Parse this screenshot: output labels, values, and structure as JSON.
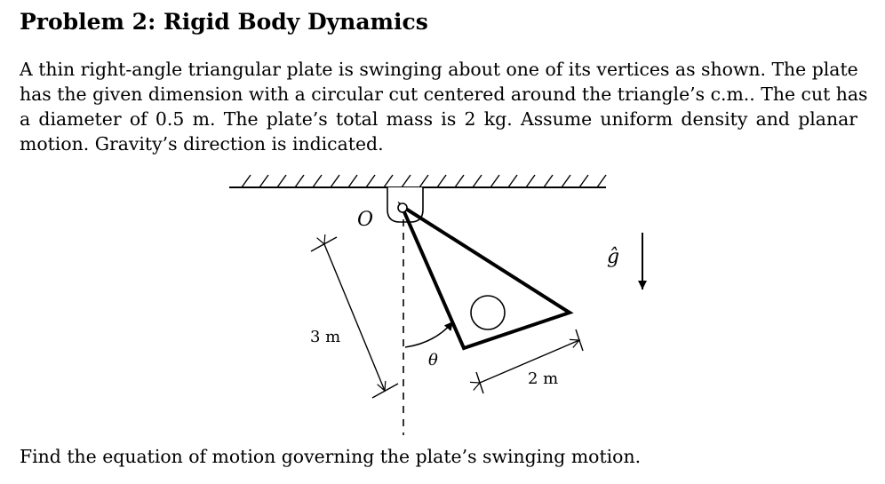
{
  "problem": {
    "title": "Problem 2: Rigid Body Dynamics",
    "paragraph_lines": [
      "A thin right-angle triangular plate is swinging about one of its vertices as shown. The plate",
      "has the given dimension with a circular cut centered around the triangle’s c.m.. The cut has",
      "a diameter of 0.5 m. The plate’s total mass is 2 kg. Assume uniform density and planar",
      "motion. Gravity’s direction is indicated."
    ],
    "question": "Find the equation of motion governing the plate’s swinging motion."
  },
  "figure": {
    "pivot_label": "O",
    "length_label": "3 m",
    "width_label": "2 m",
    "angle_label": "θ",
    "gravity_label": "ĝ"
  }
}
